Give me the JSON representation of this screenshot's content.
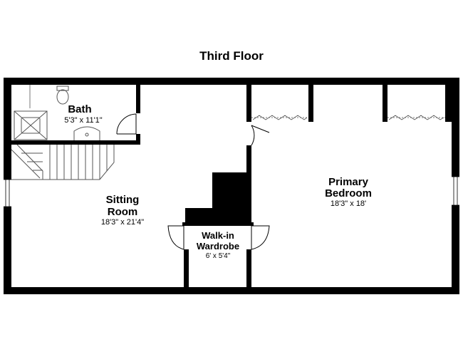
{
  "plan": {
    "title": "Third Floor",
    "rooms": {
      "bath": {
        "name": "Bath",
        "dims": "5'3\" x 11'1\""
      },
      "sitting": {
        "name_line1": "Sitting",
        "name_line2": "Room",
        "dims": "18'3\" x 21'4\""
      },
      "wardrobe": {
        "name_line1": "Walk-in",
        "name_line2": "Wardrobe",
        "dims": "6' x 5'4\""
      },
      "primary": {
        "name_line1": "Primary",
        "name_line2": "Bedroom",
        "dims": "18'3\" x 18'"
      }
    },
    "colors": {
      "wall": "#000000",
      "fixture": "#555555",
      "background": "#ffffff"
    }
  }
}
